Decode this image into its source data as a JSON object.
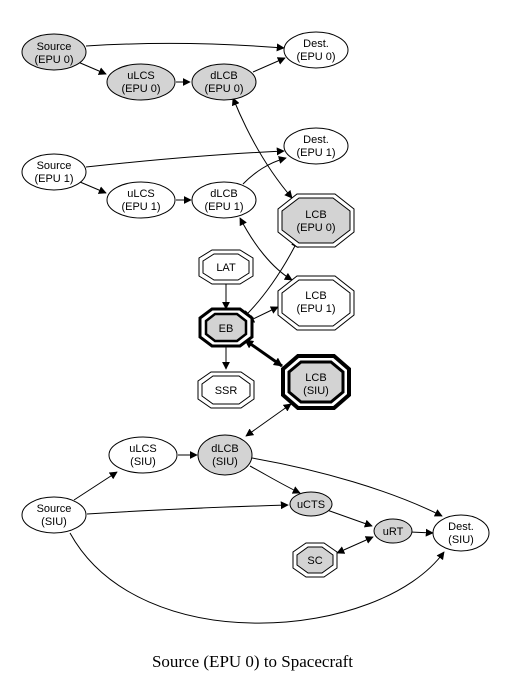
{
  "caption": "Source (EPU 0) to Spacecraft",
  "nodes": {
    "source_epu0": [
      "Source",
      "(EPU 0)"
    ],
    "dest_epu0": [
      "Dest.",
      "(EPU 0)"
    ],
    "ulcs_epu0": [
      "uLCS",
      "(EPU 0)"
    ],
    "dlcb_epu0": [
      "dLCB",
      "(EPU 0)"
    ],
    "source_epu1": [
      "Source",
      "(EPU 1)"
    ],
    "dest_epu1": [
      "Dest.",
      "(EPU 1)"
    ],
    "ulcs_epu1": [
      "uLCS",
      "(EPU 1)"
    ],
    "dlcb_epu1": [
      "dLCB",
      "(EPU 1)"
    ],
    "lcb_epu0": [
      "LCB",
      "(EPU 0)"
    ],
    "lat": [
      "LAT"
    ],
    "lcb_epu1": [
      "LCB",
      "(EPU 1)"
    ],
    "eb": [
      "EB"
    ],
    "ssr": [
      "SSR"
    ],
    "lcb_siu": [
      "LCB",
      "(SIU)"
    ],
    "ulcs_siu": [
      "uLCS",
      "(SIU)"
    ],
    "dlcb_siu": [
      "dLCB",
      "(SIU)"
    ],
    "source_siu": [
      "Source",
      "(SIU)"
    ],
    "ucts": [
      "uCTS"
    ],
    "urt": [
      "uRT"
    ],
    "sc": [
      "SC"
    ],
    "dest_siu": [
      "Dest.",
      "(SIU)"
    ]
  },
  "colors": {
    "highlight_fill": "#d3d3d3",
    "plain_fill": "#ffffff",
    "stroke": "#000000"
  }
}
